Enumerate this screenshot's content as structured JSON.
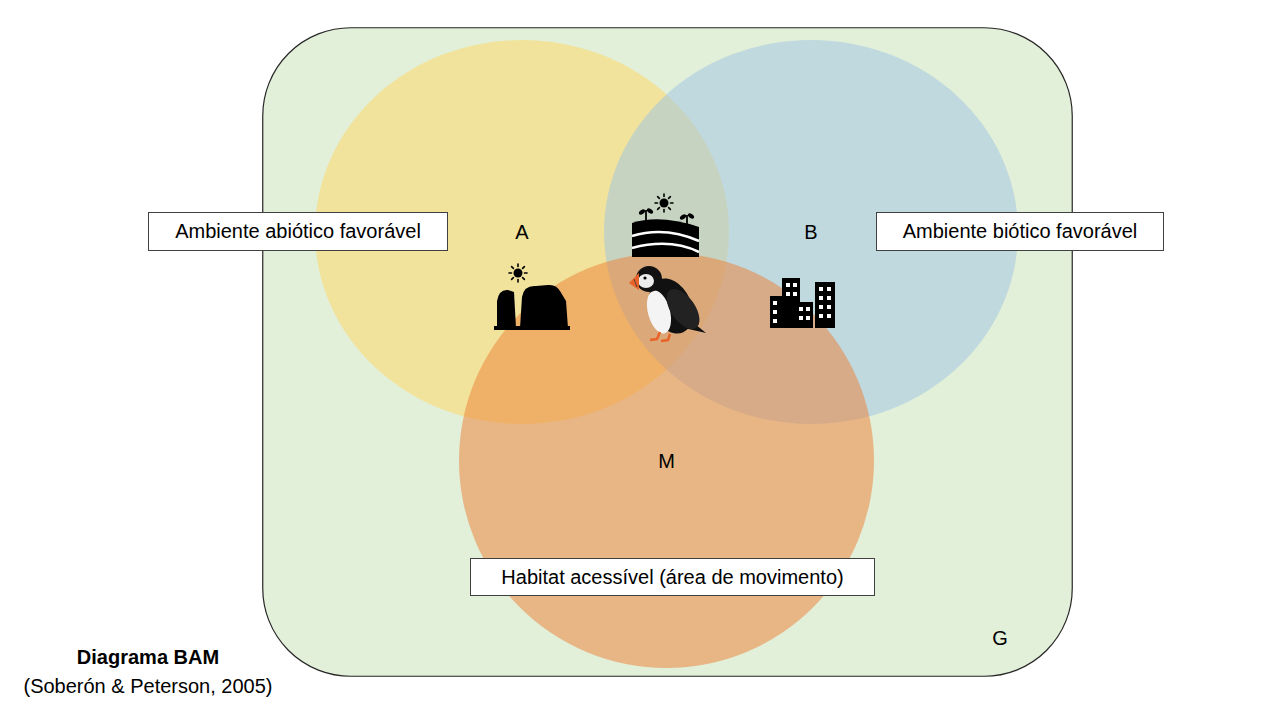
{
  "diagram": {
    "title": "Diagrama BAM",
    "caption": "(Soberón & Peterson, 2005)",
    "nodes": [
      {
        "text": [
          "G"
        ]
      },
      {
        "text": [
          "A"
        ],
        "in": 0
      },
      {
        "text": [
          "B"
        ],
        "in": 0
      },
      {
        "text": [
          "M"
        ],
        "in": 0
      },
      {
        "text": [
          "Ambiente abiótico favorável"
        ]
      },
      {
        "text": [
          "Ambiente biótico favorável"
        ]
      },
      {
        "text": [
          "Habitat acessível (área de movimento)"
        ]
      }
    ]
  }
}
